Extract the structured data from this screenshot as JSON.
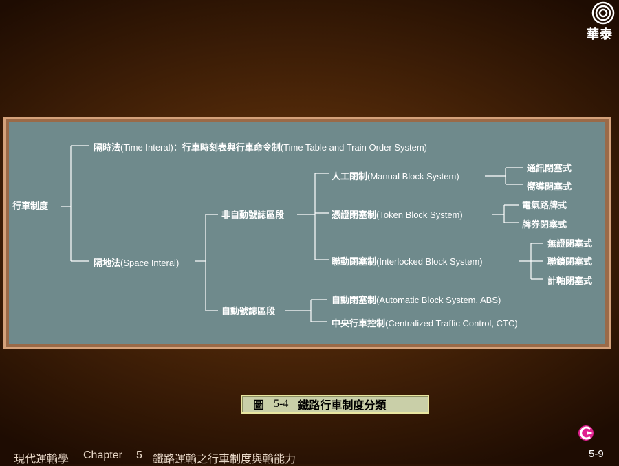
{
  "brand": {
    "logo_text": "華泰"
  },
  "diagram": {
    "root": "行車制度",
    "time_interval": {
      "zh": "隔時法",
      "en": "(Time Interal)：",
      "zh2": "行車時刻表與行車命令制",
      "en2": "(Time Table and Train Order System)"
    },
    "space_interval": {
      "zh": "隔地法",
      "en": "(Space Interal)"
    },
    "non_auto": "非自動號誌區段",
    "auto": "自動號誌區段",
    "manual_block": {
      "zh": "人工閉制",
      "en": "(Manual Block System)"
    },
    "token_block": {
      "zh": "憑證閉塞制",
      "en": "(Token Block System)"
    },
    "interlocked_block": {
      "zh": "聯動閉塞制",
      "en": "(Interlocked Block System)"
    },
    "automatic_block": {
      "zh": "自動閉塞制",
      "en": "(Automatic Block System, ABS)"
    },
    "ctc": {
      "zh": "中央行車控制",
      "en": "(Centralized Traffic Control, CTC)"
    },
    "manual_leaves": [
      "通訊閉塞式",
      "嚮導閉塞式"
    ],
    "token_leaves": [
      "電氣路牌式",
      "牌券閉塞式"
    ],
    "interlocked_leaves": [
      "無證閉塞式",
      "聯鎖閉塞式",
      "計軸閉塞式"
    ]
  },
  "caption": {
    "label": "圖",
    "number": "5-4",
    "title": "鐵路行車制度分類"
  },
  "footer": {
    "book": "現代運輸學",
    "chapter_label": "Chapter",
    "chapter_num": "5",
    "chapter_title": "鐵路運輸之行車制度與輸能力",
    "page": "5-9"
  }
}
